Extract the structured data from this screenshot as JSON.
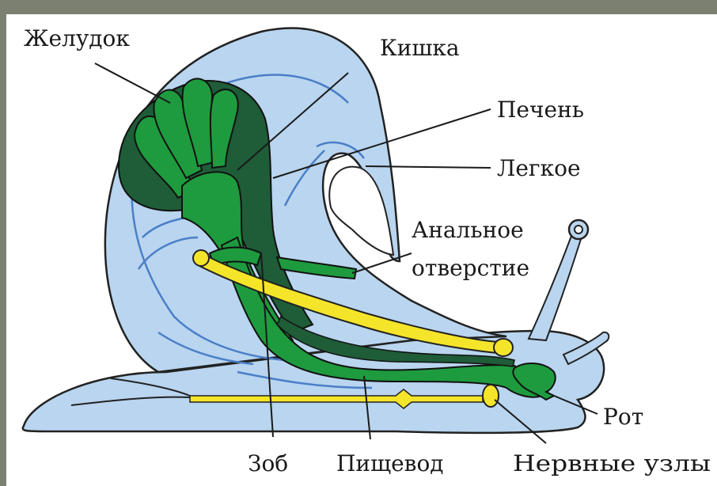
{
  "diagram": {
    "colors": {
      "frame": "#7b8070",
      "background": "#ffffff",
      "body": "#b9d5ef",
      "outline": "#222222",
      "veins": "#4a7fc8",
      "digestive_light": "#1e9b3e",
      "digestive_dark": "#1f5c38",
      "nerve": "#f5e52a"
    },
    "labels": {
      "stomach": "Желудок",
      "intestine": "Кишка",
      "liver": "Печень",
      "lung": "Легкое",
      "anus_line1": "Анальное",
      "anus_line2": "отверстие",
      "mouth": "Рот",
      "crop": "Зоб",
      "esophagus": "Пищевод",
      "ganglia": "Нервные узлы"
    }
  }
}
